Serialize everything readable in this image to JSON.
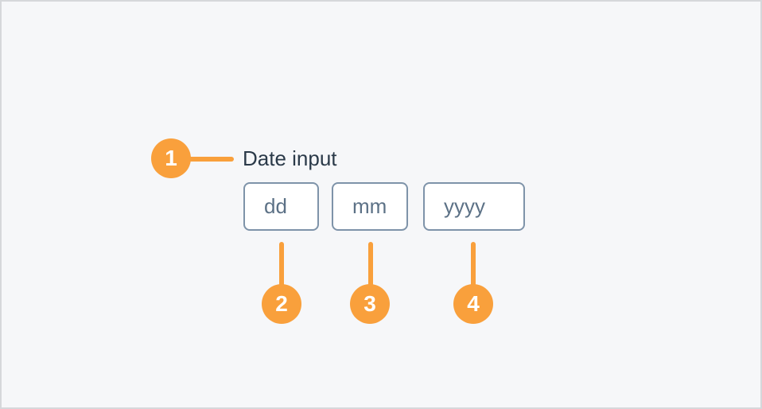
{
  "page": {
    "background_color": "#f6f7f9",
    "border_color": "#d6d8db"
  },
  "annotations": {
    "accent_color": "#f9a03c",
    "number_color": "#ffffff",
    "markers": [
      {
        "number": "1",
        "points_to": "date-input-label"
      },
      {
        "number": "2",
        "points_to": "day-field"
      },
      {
        "number": "3",
        "points_to": "month-field"
      },
      {
        "number": "4",
        "points_to": "year-field"
      }
    ]
  },
  "date_input": {
    "label": "Date input",
    "label_color": "#2b3a49",
    "field_border_color": "#7e93a9",
    "placeholder_color": "#5c7186",
    "fields": [
      {
        "id": "day",
        "placeholder": "dd",
        "value": ""
      },
      {
        "id": "month",
        "placeholder": "mm",
        "value": ""
      },
      {
        "id": "year",
        "placeholder": "yyyy",
        "value": ""
      }
    ]
  }
}
